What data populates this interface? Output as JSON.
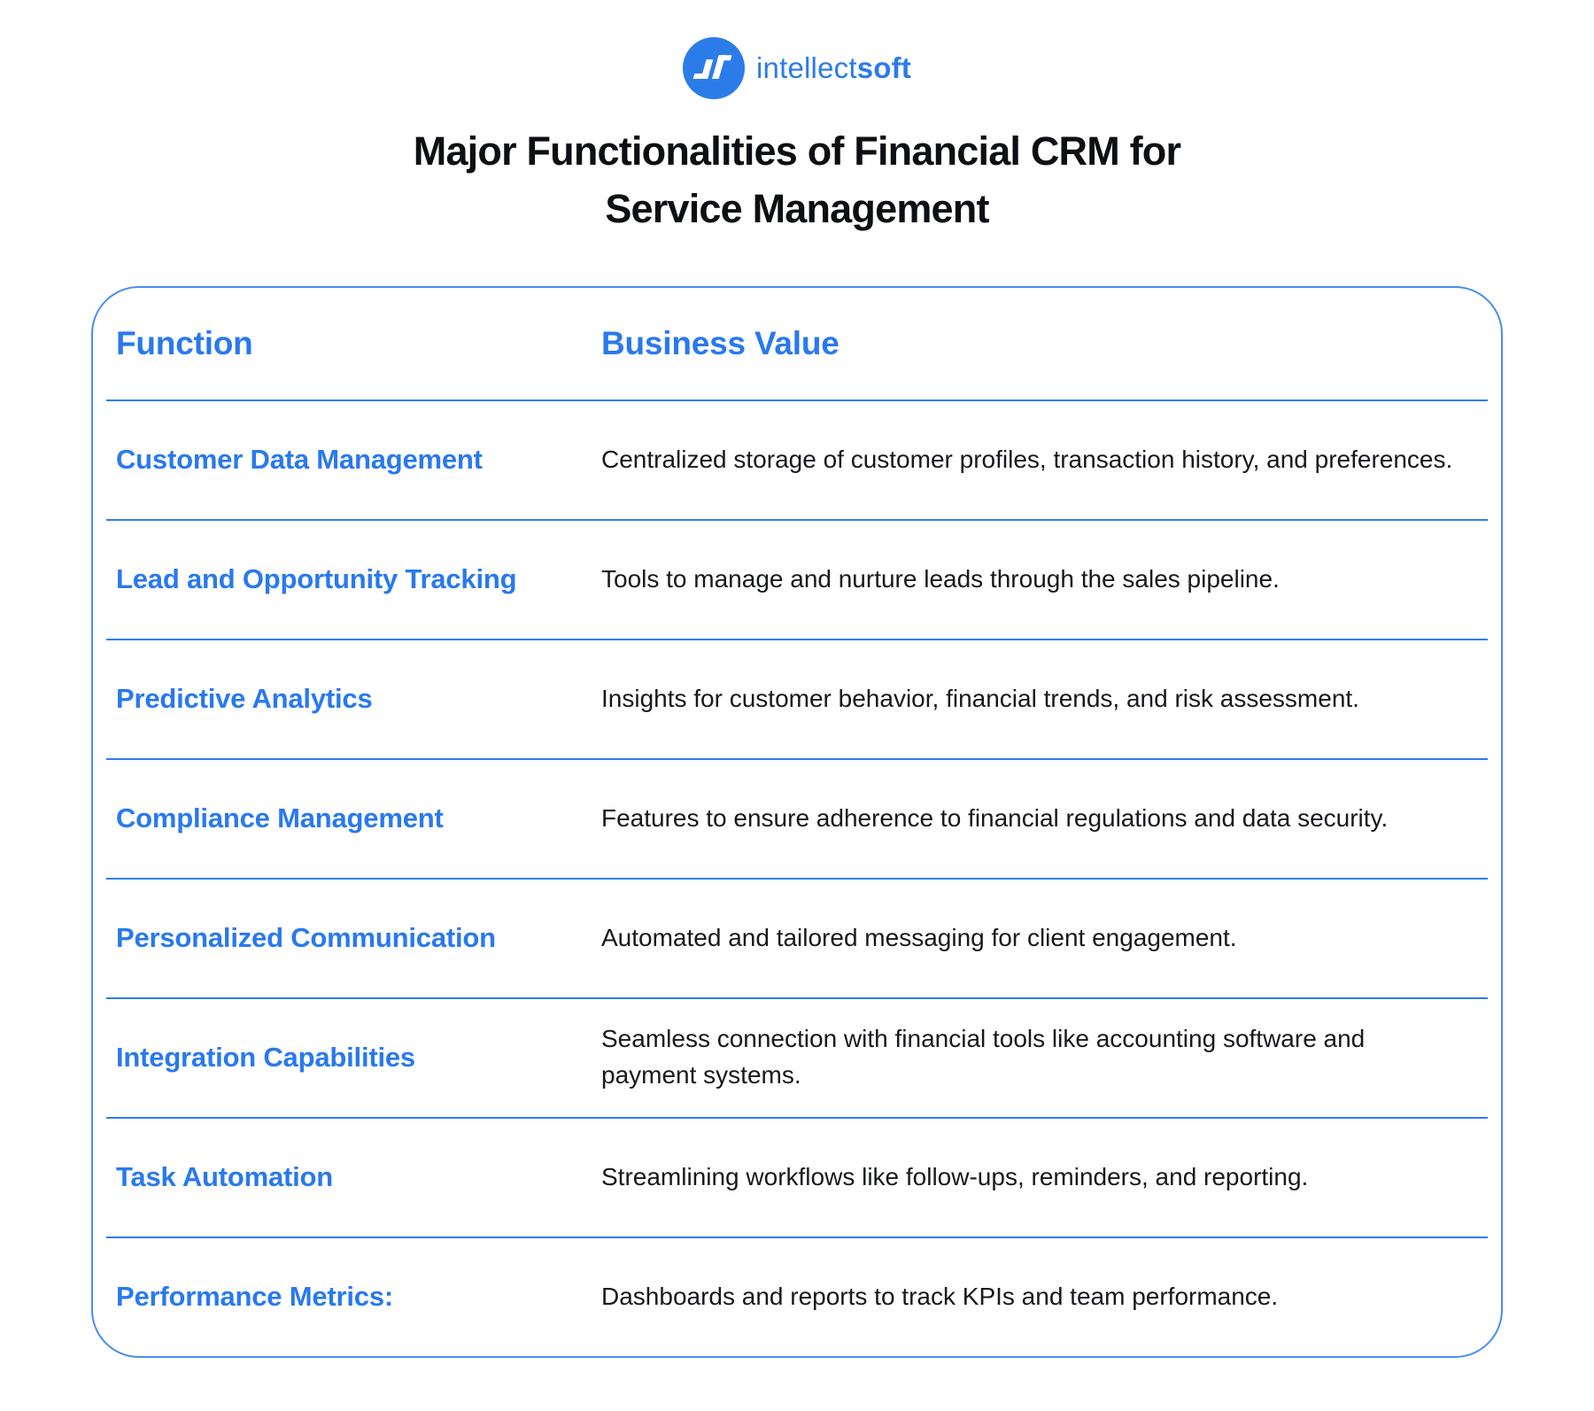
{
  "brand": {
    "icon": "intellectsoft-monogram-icon",
    "name_regular": "intellect",
    "name_bold": "soft",
    "circle_color": "#2B7CE9",
    "wordmark_color": "#2B7CE9"
  },
  "title": {
    "line1": "Major Functionalities of Financial CRM for",
    "line2": "Service Management"
  },
  "colors": {
    "accent_blue": "#2979EE",
    "divider_blue": "#2E7DF0",
    "card_border_blue": "#4A8DF1",
    "body_text": "#17191E",
    "title_text": "#0D0F13",
    "background": "#FFFFFF"
  },
  "table": {
    "headers": {
      "function": "Function",
      "business_value": "Business Value"
    },
    "rows": [
      {
        "function": "Customer Data Management",
        "value": "Centralized storage of customer profiles, transaction history, and preferences."
      },
      {
        "function": "Lead and Opportunity Tracking",
        "value": "Tools to manage and nurture leads through the sales pipeline."
      },
      {
        "function": "Predictive Analytics",
        "value": "Insights for customer behavior, financial trends, and risk assessment."
      },
      {
        "function": "Compliance Management",
        "value": "Features to ensure adherence to financial regulations and data security."
      },
      {
        "function": "Personalized Communication",
        "value": "Automated and tailored messaging for client engagement."
      },
      {
        "function": "Integration Capabilities",
        "value": "Seamless connection with financial tools like accounting software and payment systems."
      },
      {
        "function": "Task Automation",
        "value": "Streamlining workflows like follow-ups, reminders, and reporting."
      },
      {
        "function": "Performance Metrics:",
        "value": "Dashboards and reports to track KPIs and team performance."
      }
    ]
  }
}
